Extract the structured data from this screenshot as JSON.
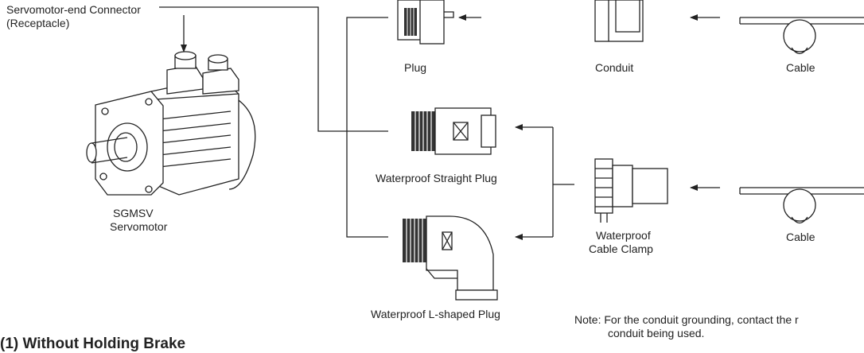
{
  "labels": {
    "connector_line1": "Servomotor-end Connector",
    "connector_line2": "(Receptacle)",
    "motor_line1": "SGMSV",
    "motor_line2": "Servomotor",
    "plug": "Plug",
    "conduit": "Conduit",
    "cable_top": "Cable",
    "waterproof_straight_plug": "Waterproof Straight Plug",
    "waterproof_l_plug": "Waterproof L-shaped Plug",
    "clamp_line1": "Waterproof",
    "clamp_line2": "Cable Clamp",
    "cable_bottom": "Cable",
    "note_line1": "Note: For the conduit grounding, contact the r",
    "note_line2": "conduit being used.",
    "section_heading": "(1) Without Holding Brake"
  },
  "colors": {
    "line": "#222222",
    "fill": "#ffffff"
  }
}
